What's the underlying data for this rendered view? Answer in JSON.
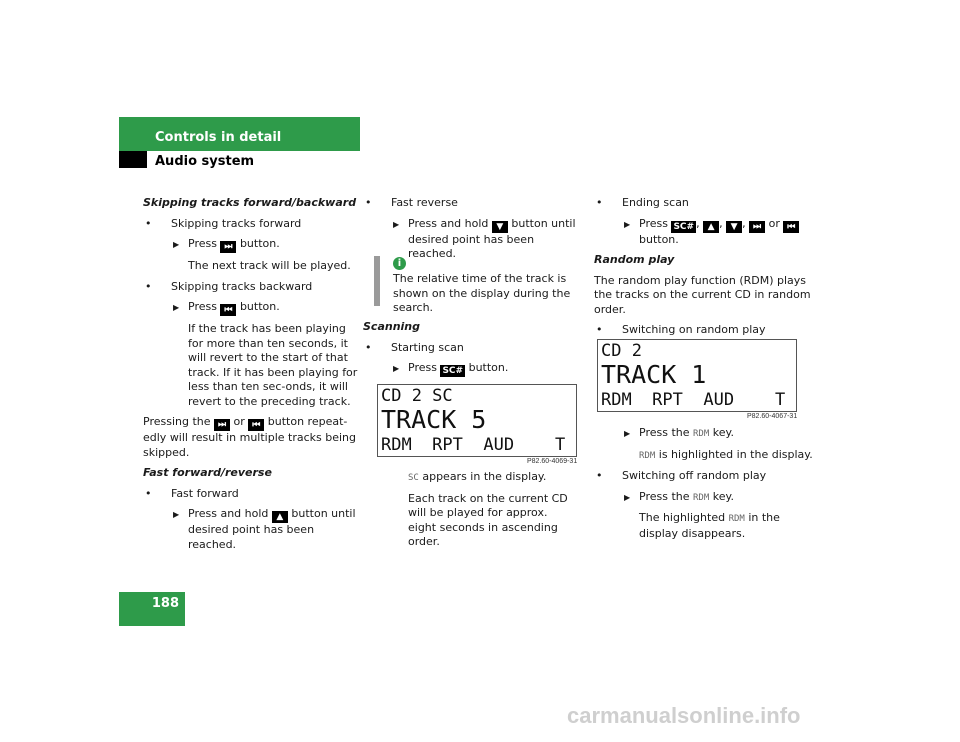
{
  "header": {
    "section": "Controls in detail",
    "subsection": "Audio system"
  },
  "page_number": "188",
  "col1": {
    "heading1": "Skipping tracks forward/backward",
    "b1": "Skipping tracks forward",
    "press": "Press",
    "button_word": "button.",
    "next_played": "The next track will be played.",
    "b2": "Skipping tracks backward",
    "revert": "If the track has been playing for more than ten seconds, it will revert to the start of that track. If it has been playing for less than ten sec-onds, it will revert to the preceding track.",
    "pressing_the": "Pressing the",
    "or": "or",
    "repeat_text": "button repeat-edly will result in multiple tracks being skipped.",
    "heading2": "Fast forward/reverse",
    "b3": "Fast forward",
    "press_hold": "Press and hold",
    "until": "button until desired point has been reached."
  },
  "col2": {
    "b1": "Fast reverse",
    "press_hold": "Press and hold",
    "until": "button until desired point has been reached.",
    "info_text": "The relative time of the track is shown on the display during the search.",
    "heading": "Scanning",
    "b2": "Starting scan",
    "press": "Press",
    "button_word": "button.",
    "lcd": {
      "line1": "CD 2   SC",
      "line2": "TRACK 5",
      "line3": "RDM  RPT  AUD    T"
    },
    "image_code": "P82.60-4069-31",
    "sc_word": "SC",
    "appears": "appears in the display.",
    "each_track": "Each track on the current CD will be played for approx. eight seconds in ascending order."
  },
  "col3": {
    "b1": "Ending scan",
    "press": "Press",
    "or": "or",
    "comma": ",",
    "button_word": "button.",
    "heading": "Random play",
    "random_desc": "The random play function (RDM) plays the tracks on the current CD in random order.",
    "b2": "Switching on random play",
    "lcd": {
      "line1": "CD 2",
      "line2": "TRACK 1",
      "line3": "RDM  RPT  AUD    T"
    },
    "image_code": "P82.60-4067-31",
    "press_the": "Press the",
    "rdm": "RDM",
    "key": "key.",
    "highlighted": "is highlighted in the display.",
    "b3": "Switching off random play",
    "the_highlighted": "The highlighted",
    "in_display": "in the display disappears."
  },
  "keys": {
    "sc": "SC#",
    "next": "⏭",
    "prev": "⏮",
    "up": "▲",
    "down": "▼"
  },
  "watermark": "carmanualsonline.info",
  "colors": {
    "green": "#2e9b4a",
    "gray_bar": "#9a9a9a"
  }
}
